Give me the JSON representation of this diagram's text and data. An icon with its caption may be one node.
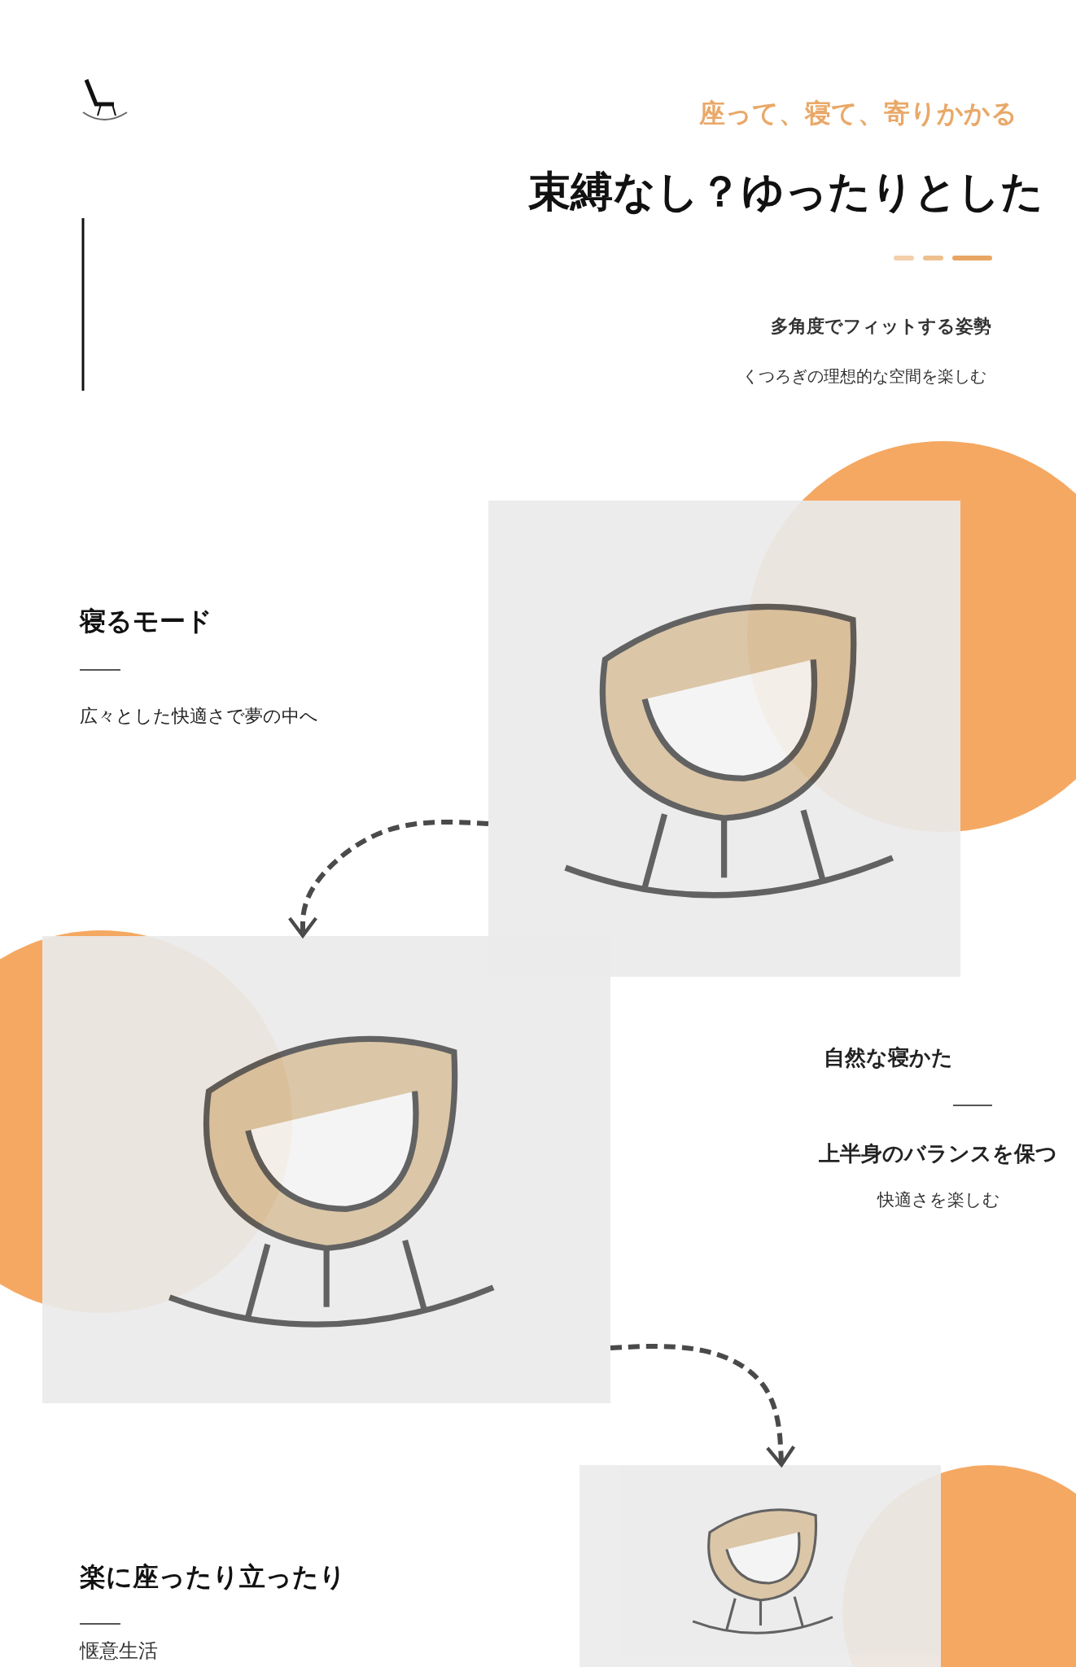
{
  "diagram": {
    "title": "束縛なし？ゆったりとした",
    "nodes": [
      {
        "text": [],
        "shape": "picture"
      },
      {
        "text": [],
        "shape": "picture"
      },
      {
        "text": [],
        "shape": "picture"
      }
    ],
    "edges": [
      {
        "from": 0,
        "to": 1,
        "arrow": "to",
        "style": "dashed"
      },
      {
        "from": 1,
        "to": 2,
        "arrow": "to",
        "style": "dashed"
      }
    ],
    "labels": [
      "座って、寝て、寄りかかる",
      "多角度でフィットする姿勢",
      "くつろぎの理想的な空間を楽しむ",
      "寝るモード",
      "広々とした快適さで夢の中へ",
      "自然な寝かた",
      "上半身のバランスを保つ",
      "快適さを楽しむ",
      "楽に座ったり立ったり",
      "惬意生活"
    ]
  }
}
